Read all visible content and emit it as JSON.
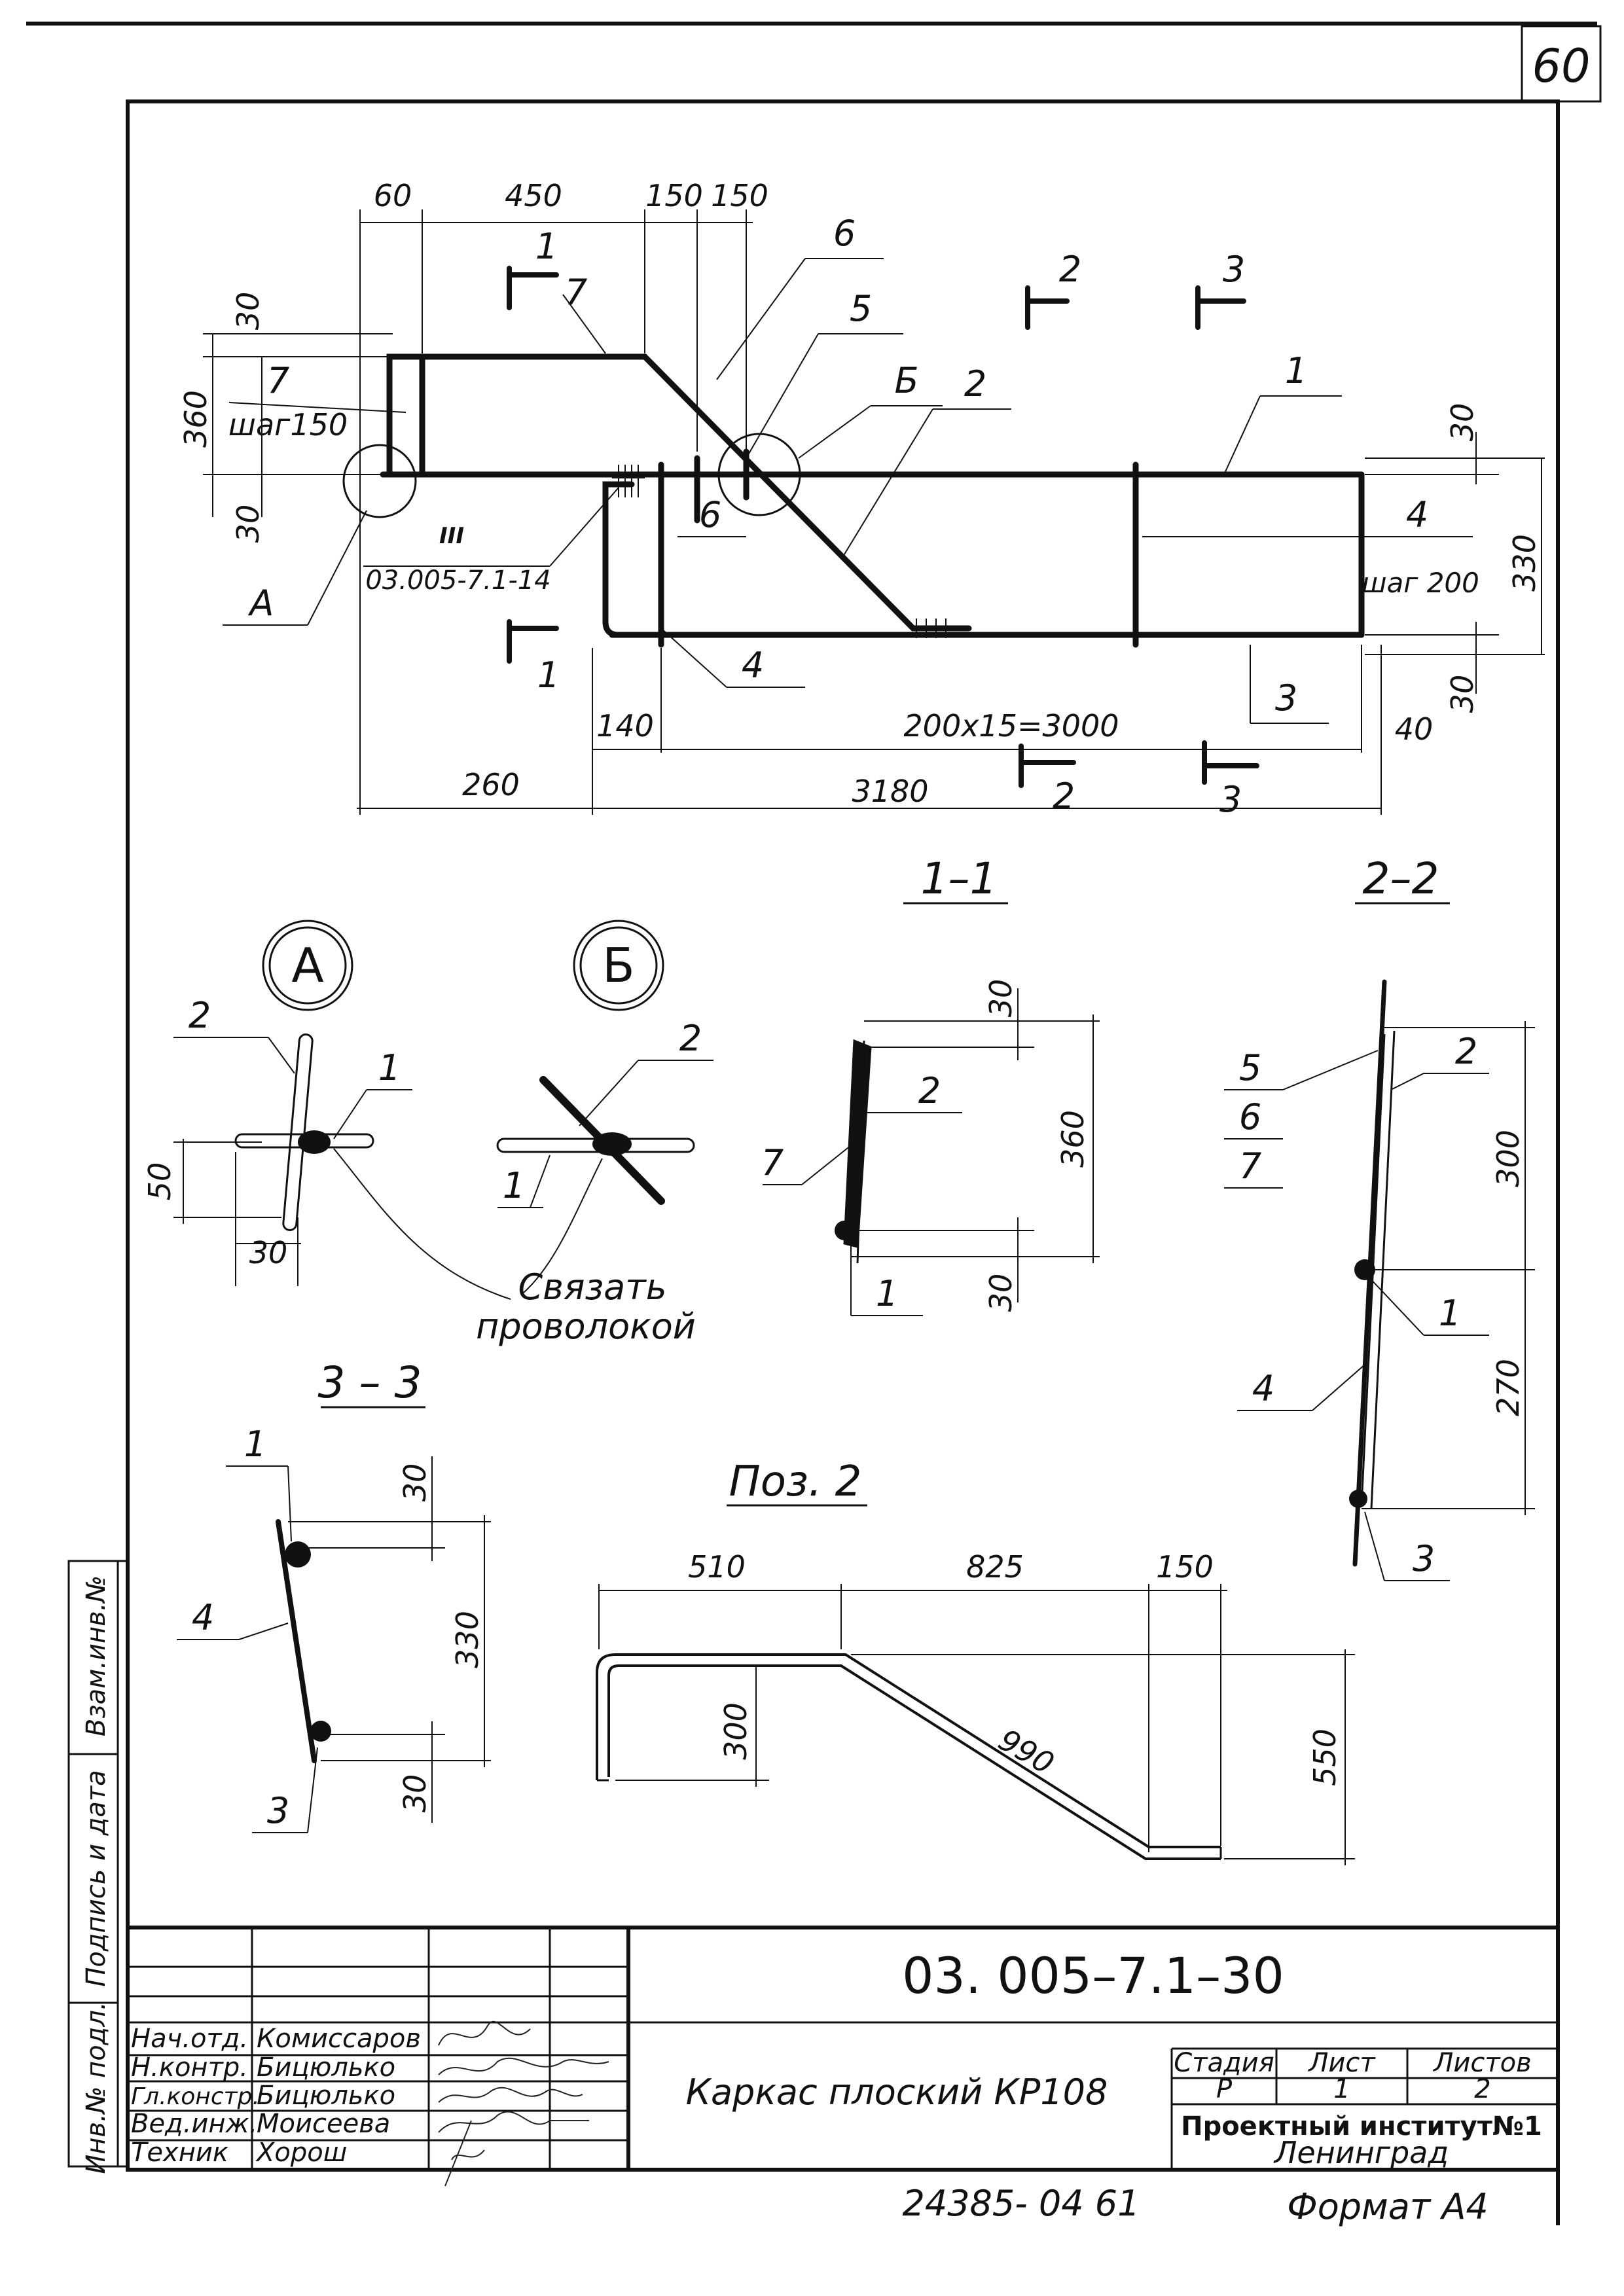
{
  "sheet_number": "60",
  "plan": {
    "top_dims": [
      "60",
      "450",
      "150",
      "150"
    ],
    "left_dims": [
      "30",
      "360",
      "30"
    ],
    "right_dims": [
      "30",
      "330",
      "40",
      "30"
    ],
    "bottom_dims": [
      "140",
      "200x15=3000",
      "260",
      "3180"
    ],
    "rebar_spacing_7": "шаг150",
    "rebar_spacing_4": "шаг 200",
    "reference": "03.005-7.1-14",
    "reference_mark": "III",
    "node_a": "А",
    "node_b": "Б",
    "position_labels": [
      "1",
      "2",
      "3",
      "4",
      "5",
      "6",
      "6",
      "7",
      "7",
      "4"
    ],
    "section_marks": [
      "1",
      "1",
      "2",
      "2",
      "3",
      "3"
    ]
  },
  "details": {
    "node_a": {
      "title": "А",
      "dims": [
        "50",
        "30"
      ],
      "labels": [
        "2",
        "1"
      ]
    },
    "node_b": {
      "title": "Б",
      "labels": [
        "2",
        "1"
      ]
    },
    "tie_note_line1": "Связать",
    "tie_note_line2": "проволокой"
  },
  "section_1_1": {
    "title": "1–1",
    "dims": [
      "30",
      "360",
      "30"
    ],
    "labels": [
      "2",
      "7",
      "1"
    ]
  },
  "section_2_2": {
    "title": "2–2",
    "dims": [
      "300",
      "270"
    ],
    "labels": [
      "5",
      "6",
      "7",
      "2",
      "1",
      "4",
      "3"
    ]
  },
  "section_3_3": {
    "title": "3 – 3",
    "dims": [
      "30",
      "330",
      "30"
    ],
    "labels": [
      "1",
      "4",
      "3"
    ]
  },
  "pos2": {
    "title": "Поз. 2",
    "dims": [
      "510",
      "825",
      "150",
      "300",
      "990",
      "550"
    ]
  },
  "title_block": {
    "doc_number": "03. 005–7.1–30",
    "title": "Каркас плоский КР108",
    "stage_header": "Стадия",
    "sheet_header": "Лист",
    "sheets_header": "Листов",
    "stage": "Р",
    "sheet": "1",
    "sheets": "2",
    "org_line1": "Проектный институт№1",
    "org_line2": "Ленинград",
    "roles": [
      {
        "role": "Нач.отд.",
        "name": "Комиссаров"
      },
      {
        "role": "Н.контр.",
        "name": "Бицюлько"
      },
      {
        "role": "Гл.констр.",
        "name": "Бицюлько"
      },
      {
        "role": "Вед.инж.",
        "name": "Моисеева"
      },
      {
        "role": "Техник",
        "name": "Хорош"
      }
    ]
  },
  "side_stamp": {
    "field1": "Инв.№ подл.",
    "field2": "Подпись и дата",
    "field3": "Взам.инв.№"
  },
  "footer": {
    "archive_number": "24385- 04  61",
    "format": "Формат А4"
  }
}
